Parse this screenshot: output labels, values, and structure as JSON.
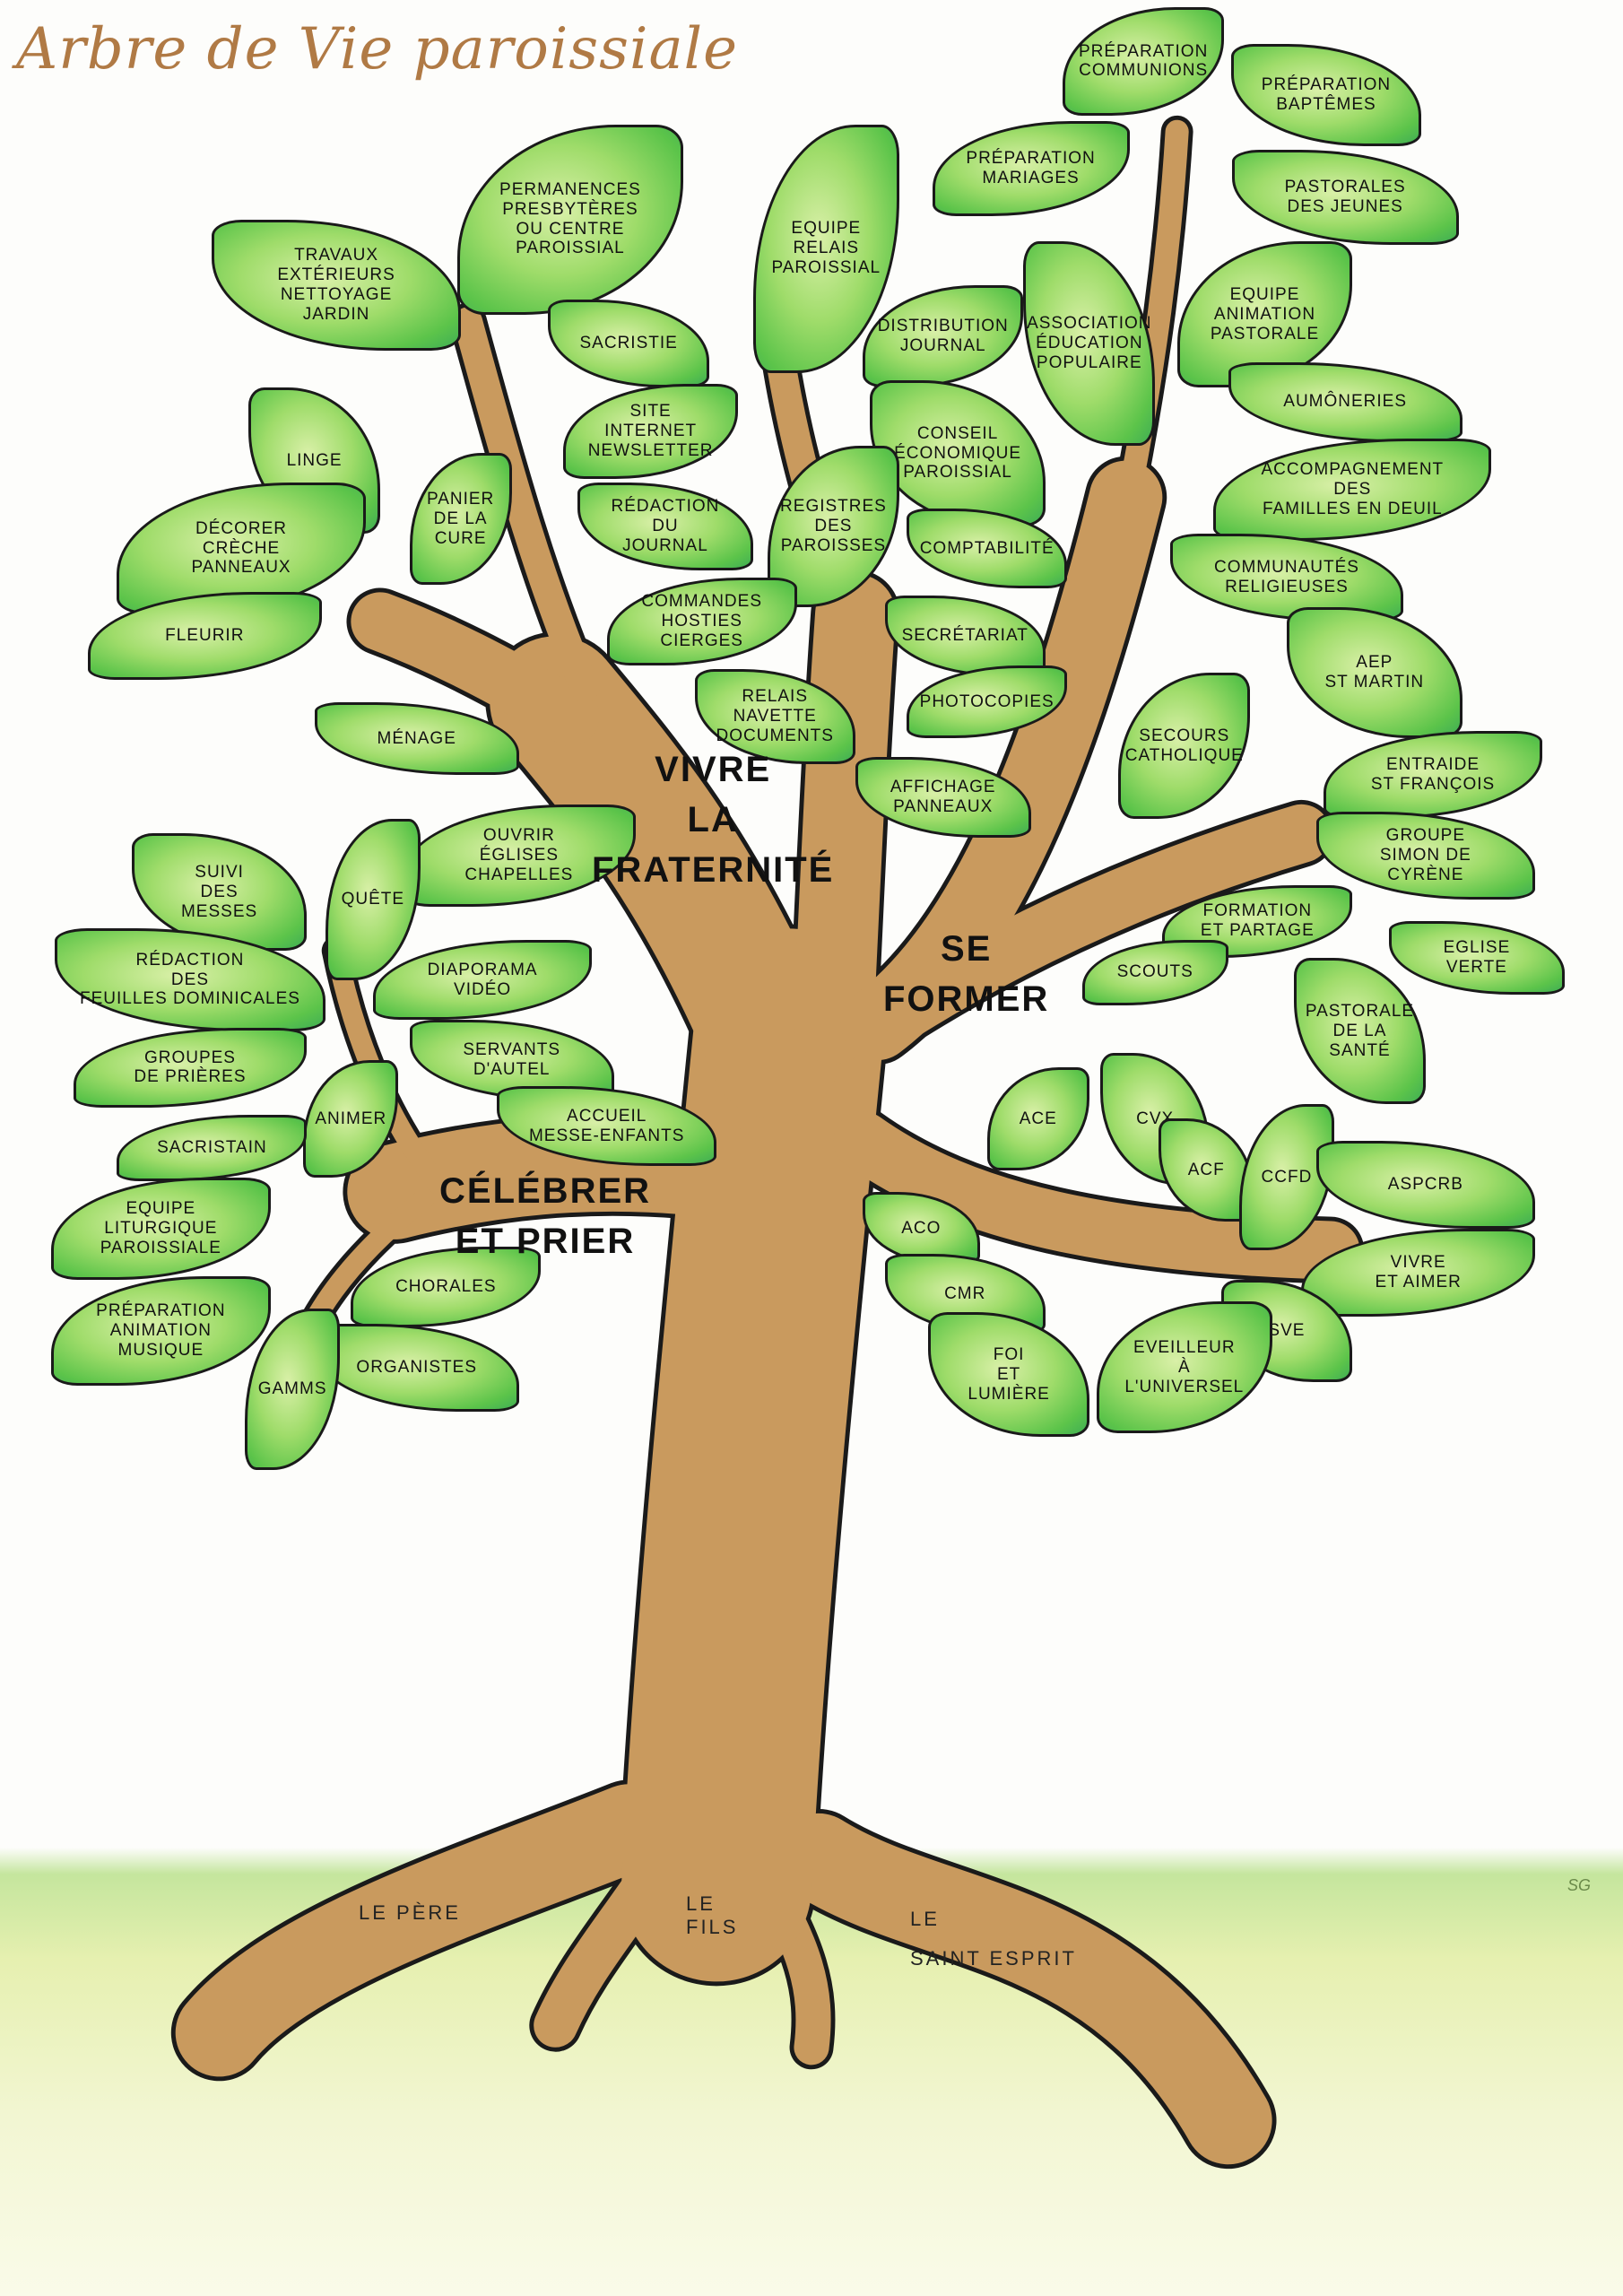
{
  "title": "Arbre de Vie paroissiale",
  "colors": {
    "leaf": "#7ccf5a",
    "trunk": "#c99a5e",
    "title": "#b07a45",
    "grass": "#9ad86a"
  },
  "trunk_labels": {
    "vivre": "Vivre\nla\nFraternité",
    "former": "Se\nFormer",
    "celebrer": "Célébrer\net Prier"
  },
  "roots": {
    "pere": "LE PÈRE",
    "fils": "LE\nFILS",
    "esprit": "LE\nSAINT   ESPRIT"
  },
  "signature": "SG",
  "leaves": [
    {
      "label": "Préparation\nCommunions"
    },
    {
      "label": "Préparation\nBaptêmes"
    },
    {
      "label": "Préparation\nMariages"
    },
    {
      "label": "Pastorales\ndes jeunes"
    },
    {
      "label": "Permanences\npresbytères\nou centre\nparoissial"
    },
    {
      "label": "Travaux\nextérieurs\nnettoyage\njardin"
    },
    {
      "label": "Equipe\nrelais\nparoissial"
    },
    {
      "label": "Sacristie"
    },
    {
      "label": "Distribution\njournal"
    },
    {
      "label": "Association\néducation\npopulaire"
    },
    {
      "label": "Equipe\nanimation\npastorale"
    },
    {
      "label": "Aumôneries"
    },
    {
      "label": "Site\ninternet\nnewsletter"
    },
    {
      "label": "Linge"
    },
    {
      "label": "Panier\nde la\ncure"
    },
    {
      "label": "Conseil\néconomique\nparoissial"
    },
    {
      "label": "Accompagnement\ndes\nfamilles en deuil"
    },
    {
      "label": "Rédaction\ndu\njournal"
    },
    {
      "label": "Registres\ndes\nparoisses"
    },
    {
      "label": "Comptabilité"
    },
    {
      "label": "Décorer\ncrèche\npanneaux"
    },
    {
      "label": "Communautés\nreligieuses"
    },
    {
      "label": "Commandes\nhosties\ncierges"
    },
    {
      "label": "Secrétariat"
    },
    {
      "label": "Fleurir"
    },
    {
      "label": "AEP\nSt Martin"
    },
    {
      "label": "Photocopies"
    },
    {
      "label": "Relais\nnavette\ndocuments"
    },
    {
      "label": "Secours\ncatholique"
    },
    {
      "label": "Ménage"
    },
    {
      "label": "Entraide\nSt François"
    },
    {
      "label": "Affichage\npanneaux"
    },
    {
      "label": "Ouvrir\néglises\nchapelles"
    },
    {
      "label": "Groupe\nSimon de\nCyrène"
    },
    {
      "label": "Quête"
    },
    {
      "label": "Suivi\ndes\nmesses"
    },
    {
      "label": "Formation\net partage"
    },
    {
      "label": "Eglise\nverte"
    },
    {
      "label": "Scouts"
    },
    {
      "label": "Rédaction\ndes\nfeuilles dominicales"
    },
    {
      "label": "Diaporama\nvidéo"
    },
    {
      "label": "Pastorale\nde la\nsanté"
    },
    {
      "label": "Groupes\nde prières"
    },
    {
      "label": "Servants\nd'autel"
    },
    {
      "label": "ACE"
    },
    {
      "label": "CVX"
    },
    {
      "label": "Animer"
    },
    {
      "label": "Accueil\nmesse-enfants"
    },
    {
      "label": "Sacristain"
    },
    {
      "label": "ACF"
    },
    {
      "label": "CCFD"
    },
    {
      "label": "ASPCRB"
    },
    {
      "label": "Equipe\nliturgique\nparoissiale"
    },
    {
      "label": "ACO"
    },
    {
      "label": "Vivre\net aimer"
    },
    {
      "label": "CMR"
    },
    {
      "label": "Chorales"
    },
    {
      "label": "SVE"
    },
    {
      "label": "Préparation\nanimation\nmusique"
    },
    {
      "label": "Foi\net\nlumière"
    },
    {
      "label": "Eveilleur\nà\nl'universel"
    },
    {
      "label": "Organistes"
    },
    {
      "label": "GAMMS"
    }
  ]
}
